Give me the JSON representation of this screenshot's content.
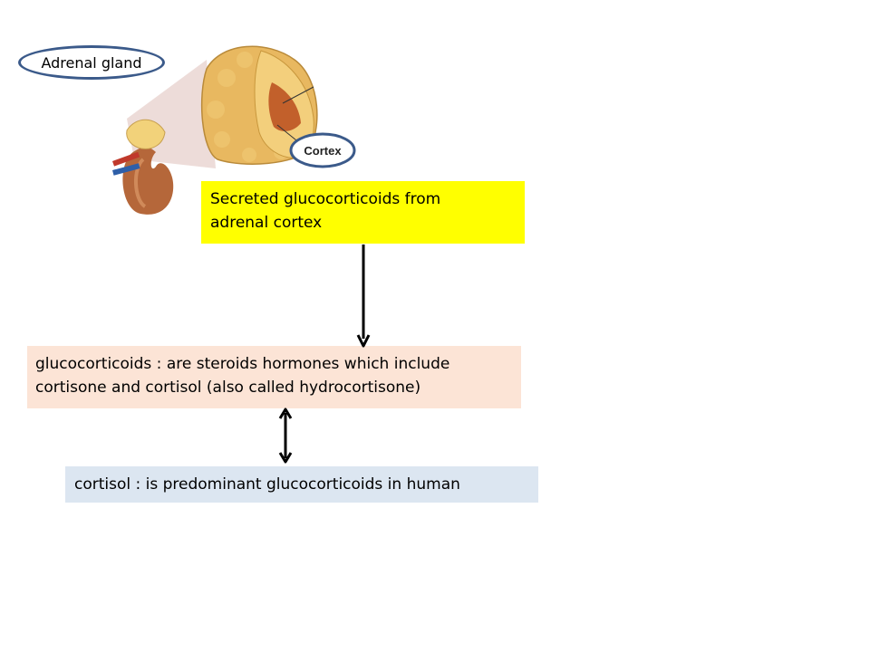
{
  "labels": {
    "adrenal_gland": "Adrenal gland",
    "cortex": "Cortex"
  },
  "boxes": {
    "secreted_line1": "Secreted glucocorticoids  from",
    "secreted_line2": "adrenal cortex",
    "gluco_line1": "glucocorticoids : are steroids hormones which include",
    "gluco_line2": "cortisone and cortisol (also called hydrocortisone)",
    "cortisol": "cortisol : is predominant glucocorticoids in human"
  },
  "colors": {
    "secreted_box": "#ffff00",
    "gluco_box": "#fce4d6",
    "cortisol_box": "#dce6f1",
    "oval_outline": "#3b5a8a",
    "arrow": "#000000"
  }
}
